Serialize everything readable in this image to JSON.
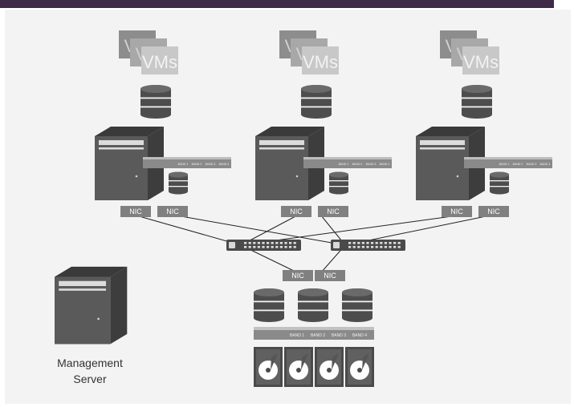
{
  "colors": {
    "top_bar": "#3f2a4a",
    "panel": "#f3f3f3",
    "server_body": "#4d4d4d",
    "server_face": "#5e5e5e",
    "nic_fill": "#808080",
    "wire": "#222222",
    "vm_card": "#c8c8c8"
  },
  "vm_stack": {
    "label": "VMs",
    "back_label": "VM"
  },
  "host_server": {
    "nic_left": "NIC",
    "nic_right": "NIC",
    "bays": [
      "BAND 1",
      "BAND 2",
      "BAND 3",
      "BAND 4"
    ]
  },
  "storage": {
    "nic_left": "NIC",
    "nic_right": "NIC",
    "bays": [
      "BAND 1",
      "BAND 2",
      "BAND 3",
      "BAND 4"
    ]
  },
  "management": {
    "line1": "Management",
    "line2": "Server"
  },
  "icons": {
    "vm": "vm-card-icon",
    "database": "database-icon",
    "server": "server-tower-icon",
    "switch": "network-switch-icon",
    "disk": "hard-disk-icon"
  }
}
